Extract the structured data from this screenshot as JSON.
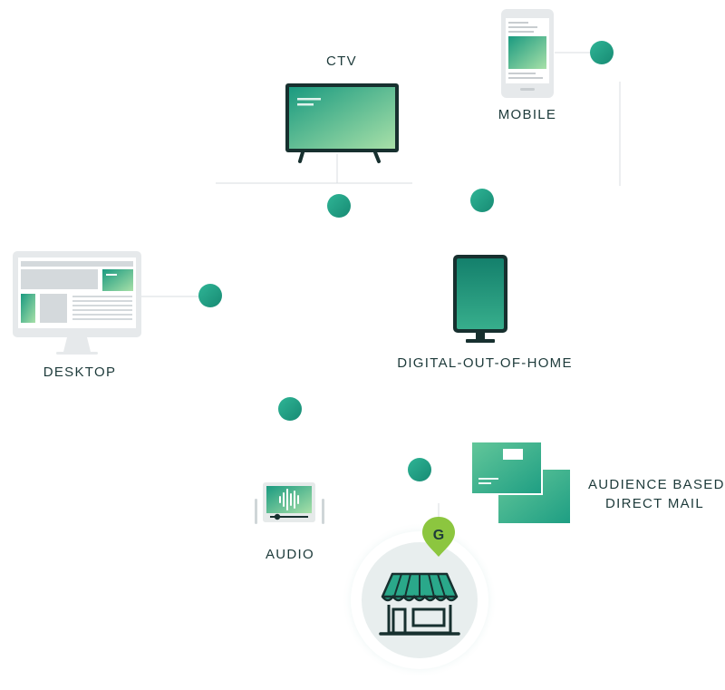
{
  "labels": {
    "ctv": "CTV",
    "mobile": "MOBILE",
    "desktop": "DESKTOP",
    "dooh": "DIGITAL-OUT-OF-HOME",
    "audio": "AUDIO",
    "direct_mail_line1": "AUDIENCE BASED",
    "direct_mail_line2": "DIRECT MAIL"
  },
  "colors": {
    "dot": "#1f9e84",
    "screen_gradient_start": "#1a9a80",
    "screen_gradient_end": "#a8e0a8",
    "device_dark": "#17302f",
    "device_light": "#e6e9eb",
    "pin": "#8cc63f",
    "store_circle": "#e8eeee"
  },
  "icons": [
    "tv-icon",
    "mobile-phone-icon",
    "desktop-monitor-icon",
    "digital-billboard-icon",
    "audio-player-icon",
    "direct-mail-icon",
    "storefront-icon",
    "location-pin-icon"
  ]
}
